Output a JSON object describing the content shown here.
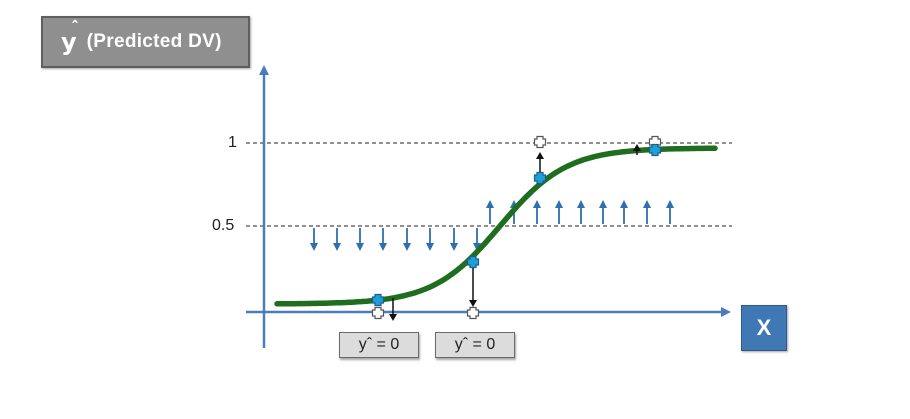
{
  "y_label": {
    "symbol": "y",
    "hat": "ˆ",
    "text": "(Predicted DV)"
  },
  "x_label": "X",
  "y_ticks": [
    "1",
    "0.5"
  ],
  "prediction_boxes": [
    "yˆ = 0",
    "yˆ = 0"
  ],
  "colors": {
    "axis": "#4a7ebb",
    "curve": "#1f6e1f",
    "arrow": "#2e6fb0",
    "point": "#1f9fd8",
    "y_label_box": "#8f8f8f",
    "x_label_box": "#3f78b4"
  },
  "icons": [
    "plus-point-icon",
    "down-arrow-icon",
    "up-arrow-icon"
  ]
}
